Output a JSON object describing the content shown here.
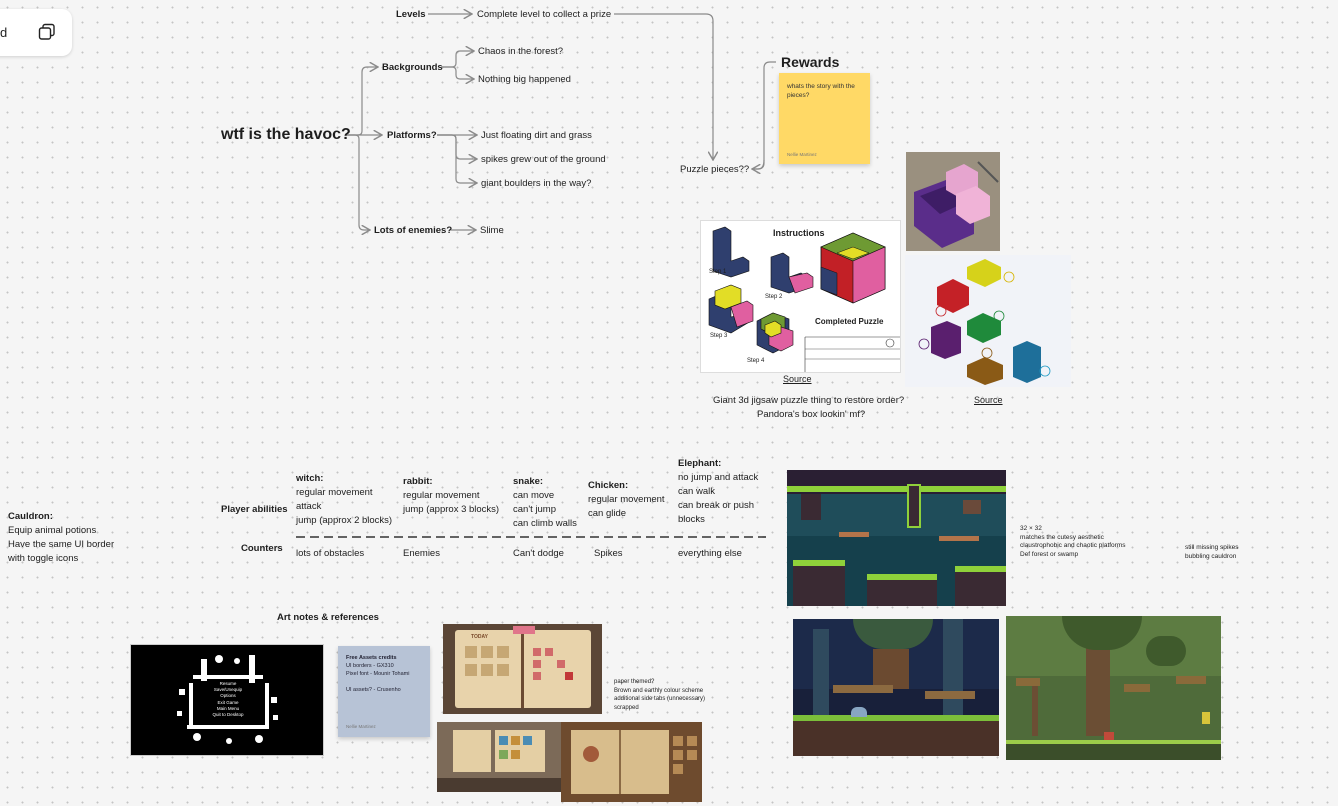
{
  "toolbar": {
    "tool_letter": "d",
    "copy_icon": "copy-icon"
  },
  "mindmap": {
    "root": "wtf is the havoc?",
    "branches": {
      "levels": "Levels",
      "levels_child": "Complete level to collect a prize",
      "backgrounds": "Backgrounds",
      "bg_1": "Chaos in the forest?",
      "bg_2": "Nothing big happened",
      "platforms": "Platforms?",
      "pf_1": "Just floating dirt and grass",
      "pf_2": "spikes grew out of the ground",
      "pf_3": "giant boulders in the way?",
      "enemies": "Lots of enemies?",
      "enemies_child": "Slime"
    },
    "puzzle": "Puzzle pieces??",
    "rewards_title": "Rewards",
    "sticky_rewards": {
      "text": "whats the story with the pieces?",
      "author": "Nellie Martinez"
    }
  },
  "puzzle_refs": {
    "instructions_title": "Instructions",
    "step1": "Step 1",
    "step2": "Step 2",
    "step3": "Step 3",
    "step4": "Step 4",
    "completed": "Completed Puzzle",
    "source1": "Source",
    "source2": "Source",
    "caption_line1": "Giant 3d jigsaw puzzle thing to restore order?",
    "caption_line2": "Pandora's box lookin' mf?"
  },
  "abilities": {
    "row_label": "Player abilities",
    "counters_label": "Counters",
    "witch": {
      "title": "witch:",
      "lines": [
        "regular movement",
        "attack",
        "jump (approx 2 blocks)"
      ],
      "counter": "lots of obstacles"
    },
    "rabbit": {
      "title": "rabbit:",
      "lines": [
        "regular movement",
        "jump (approx 3 blocks)"
      ],
      "counter": "Enemies"
    },
    "snake": {
      "title": "snake:",
      "lines": [
        "can move",
        "can't jump",
        "can climb walls"
      ],
      "counter": "Can't dodge"
    },
    "chicken": {
      "title": "Chicken:",
      "lines": [
        "regular movement",
        "can glide"
      ],
      "counter": "Spikes"
    },
    "elephant": {
      "title": "Elephant:",
      "lines": [
        "no jump and attack",
        "can walk",
        "can break or push",
        "blocks"
      ],
      "counter": "everything else"
    }
  },
  "cauldron": {
    "title": "Cauldron:",
    "lines": [
      "Equip animal potions",
      "Have the same UI border",
      "with toggle icons"
    ]
  },
  "art": {
    "title": "Art notes & references",
    "credits": {
      "lines": [
        "Free Assets credits",
        "UI borders - GX310",
        "Pixel font - Mounir Tohami",
        "",
        "UI assets? - Crusenho"
      ],
      "author": "Nellie Martinez"
    },
    "paper_notes": [
      "paper themed?",
      "Brown and earthly colour scheme",
      "additional side tabs (unnecessary)",
      "scrapped"
    ],
    "tile_notes": [
      "32 × 32",
      "matches the cutesy aesthetic",
      "claustrophobic and chaotic platforms",
      "Def forest or swamp"
    ],
    "missing_notes": [
      "still missing spikes",
      "bubbling cauldron"
    ],
    "menu_items": [
      "Resume",
      "Save/Unequip",
      "Options",
      "Exit Game",
      "Main Menu",
      "Quit to Desktop"
    ],
    "book_header": "TODAY"
  },
  "colors": {
    "sticky_yellow": "#ffd966",
    "sticky_blue": "#b7c3d6",
    "connector": "#8a8a8a"
  }
}
